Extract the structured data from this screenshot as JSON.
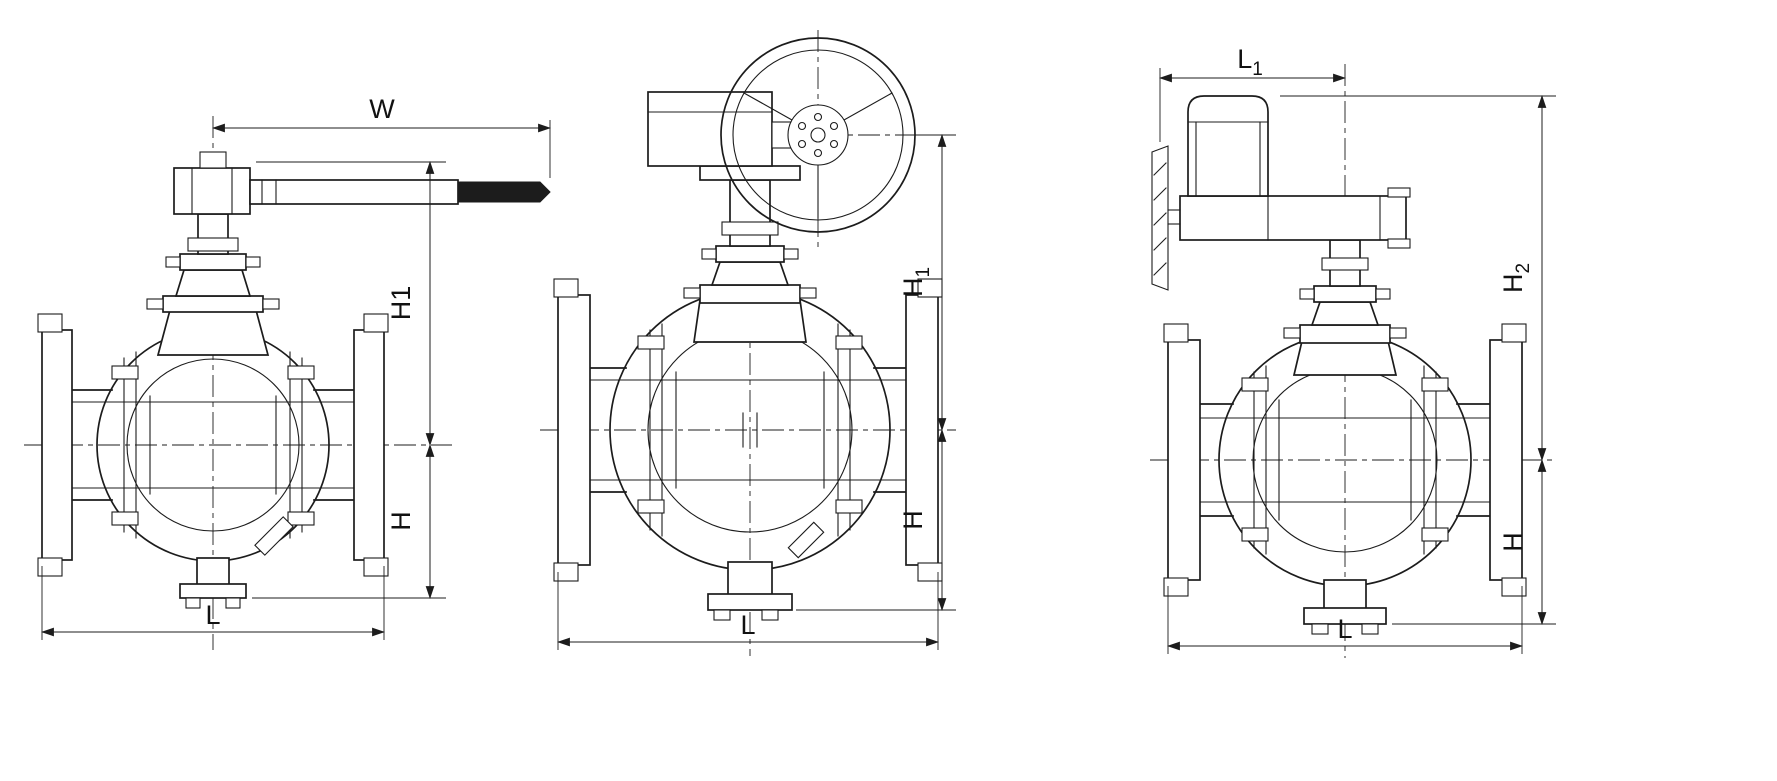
{
  "drawing": {
    "background": "#ffffff",
    "line_color": "#1c1c1c"
  },
  "views": [
    {
      "name": "lever-operated-ball-valve",
      "dims": {
        "W": {
          "text": "W",
          "sub": ""
        },
        "H1": {
          "text": "H1",
          "sub": ""
        },
        "H": {
          "text": "H",
          "sub": ""
        },
        "L": {
          "text": "L",
          "sub": ""
        }
      }
    },
    {
      "name": "gear-operated-ball-valve",
      "dims": {
        "H1": {
          "text": "H",
          "sub": "1"
        },
        "H": {
          "text": "H",
          "sub": ""
        },
        "L": {
          "text": "L",
          "sub": ""
        }
      }
    },
    {
      "name": "electric-actuated-ball-valve",
      "dims": {
        "L1": {
          "text": "L",
          "sub": "1"
        },
        "H2": {
          "text": "H",
          "sub": "2"
        },
        "H": {
          "text": "H",
          "sub": ""
        },
        "L": {
          "text": "L",
          "sub": ""
        }
      }
    }
  ]
}
